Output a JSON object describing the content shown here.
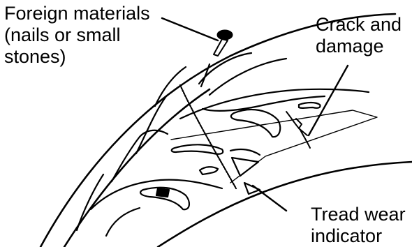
{
  "colors": {
    "ink": "#000000",
    "background": "#ffffff"
  },
  "labels": {
    "foreign_materials": {
      "line1": "Foreign materials",
      "line2": "(nails or small",
      "line3": "stones)"
    },
    "crack_damage": {
      "line1": "Crack and",
      "line2": "damage"
    },
    "tread_wear": {
      "line1": "Tread wear",
      "line2": "indicator"
    }
  }
}
